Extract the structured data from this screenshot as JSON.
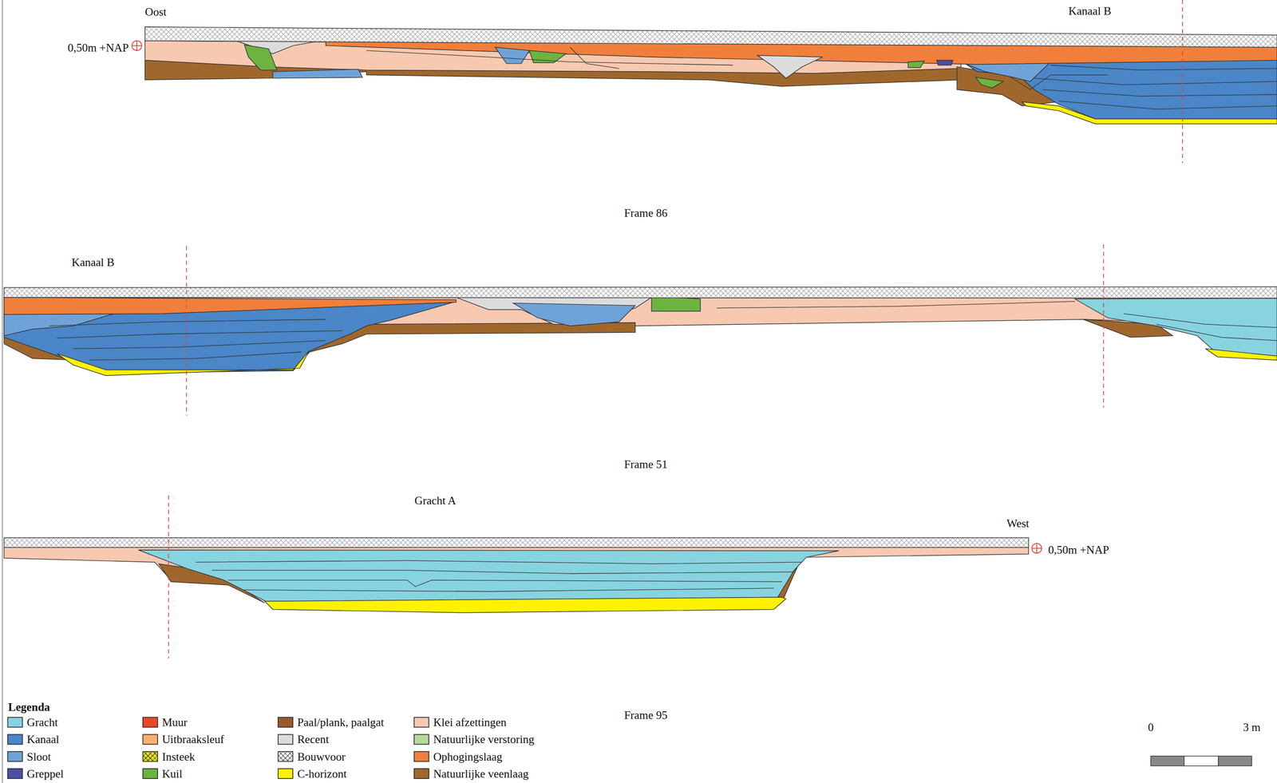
{
  "diagram": {
    "labels": [
      "Oost",
      "0,50m +NAP",
      "Kanaal B",
      "Frame 86",
      "Kanaal B",
      "Frame 51",
      "Gracht A",
      "West",
      "0,50m +NAP",
      "Frame 95",
      "Legenda",
      "0",
      "3 m"
    ],
    "legend": [
      {
        "text": "Gracht",
        "color": "#87d3e0"
      },
      {
        "text": "Kanaal",
        "color": "#4a86c8"
      },
      {
        "text": "Sloot",
        "color": "#6fa3d8"
      },
      {
        "text": "Greppel",
        "color": "#4c4fa0"
      },
      {
        "text": "Muur",
        "color": "#e8472a"
      },
      {
        "text": "Uitbraaksleuf",
        "color": "#f5b070"
      },
      {
        "text": "Insteek",
        "color": "#e8e62a"
      },
      {
        "text": "Kuil",
        "color": "#6cb33f"
      },
      {
        "text": "Paal/plank, paalgat",
        "color": "#9a5a2a"
      },
      {
        "text": "Recent",
        "color": "#dcdcdc"
      },
      {
        "text": "Bouwvoor",
        "color": "#ffffff"
      },
      {
        "text": "C-horizont",
        "color": "#fff200"
      },
      {
        "text": "Klei afzettingen",
        "color": "#f7c9b0"
      },
      {
        "text": "Natuurlijke verstoring",
        "color": "#b5d99c"
      },
      {
        "text": "Ophogingslaag",
        "color": "#f07f3c"
      },
      {
        "text": "Natuurlijke veenlaag",
        "color": "#a0672c"
      }
    ]
  }
}
